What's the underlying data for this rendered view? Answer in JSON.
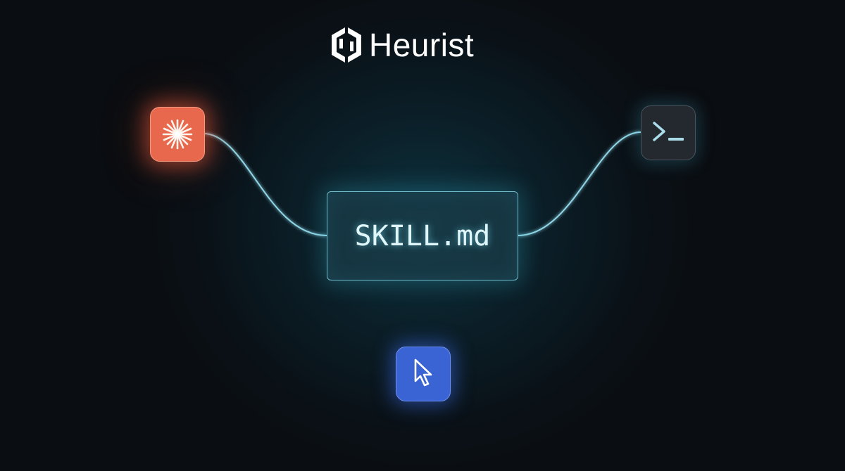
{
  "brand": {
    "name": "Heurist",
    "logo_icon": "heurist-hexagon-logo"
  },
  "center_node": {
    "label": "SKILL.md"
  },
  "nodes": [
    {
      "icon": "starburst-icon",
      "color": "#e8684d"
    },
    {
      "icon": "terminal-prompt-icon",
      "color": "#24282f"
    },
    {
      "icon": "mouse-pointer-icon",
      "color": "#3a63d4"
    }
  ],
  "connector_color": "#7fd4e6"
}
